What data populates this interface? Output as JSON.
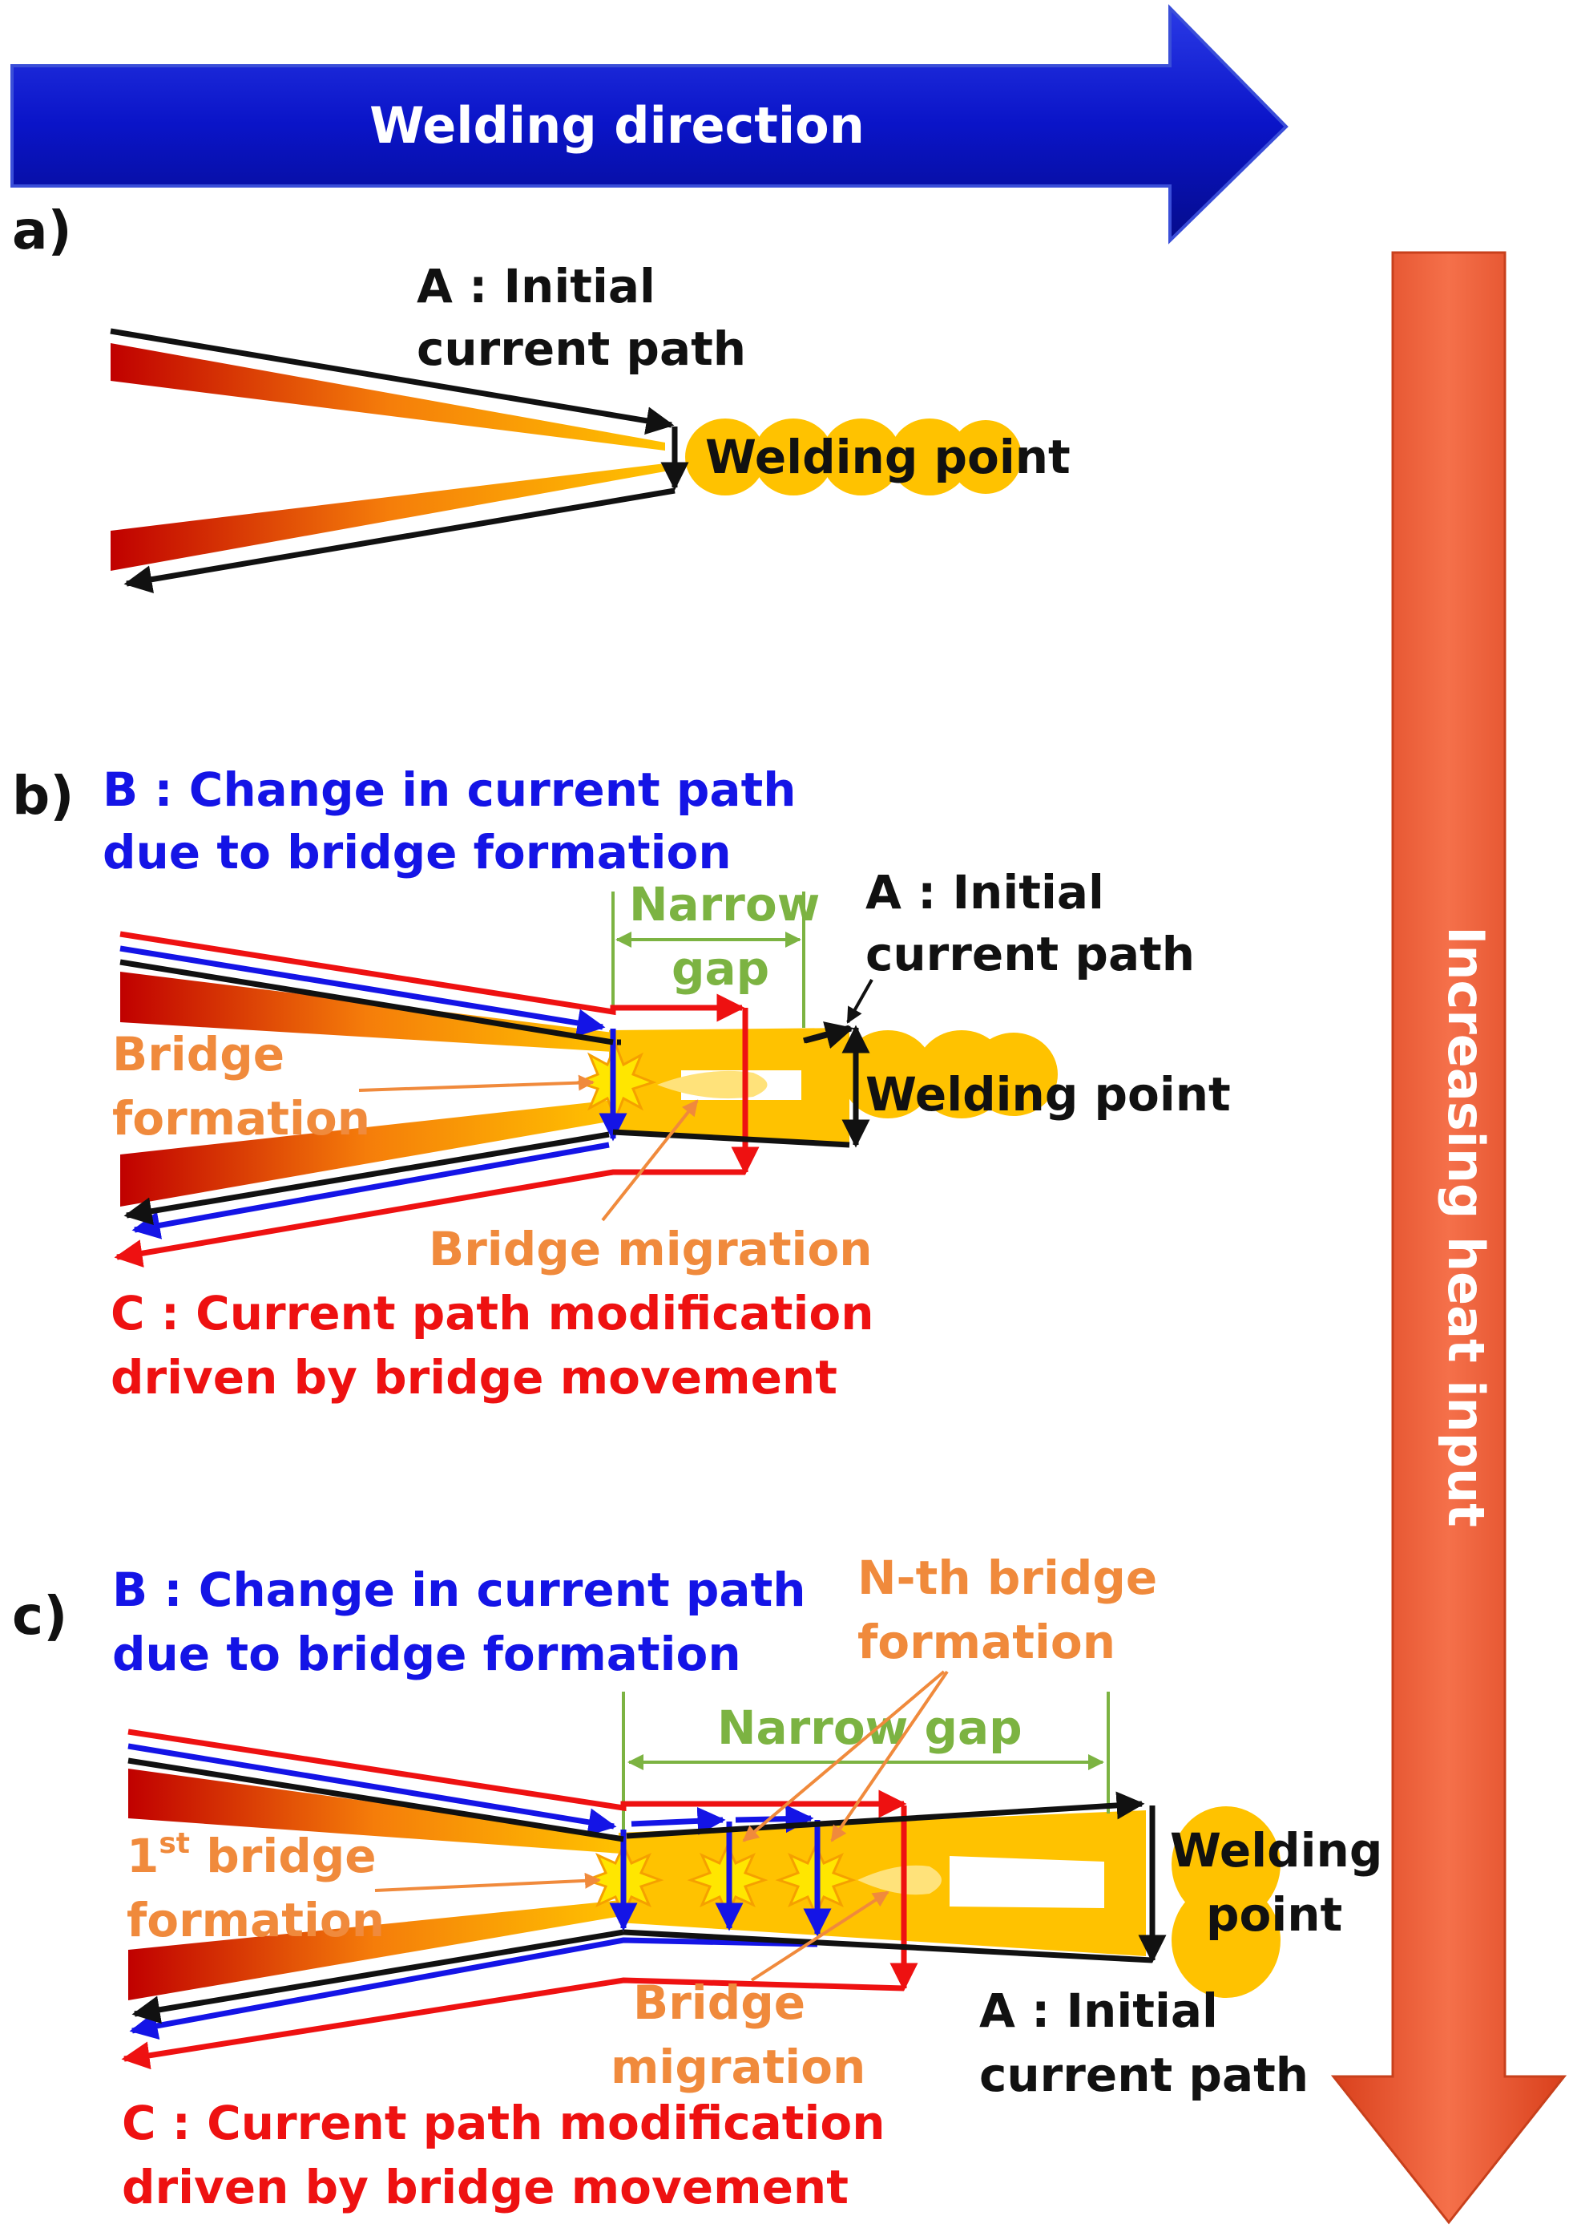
{
  "banner": {
    "text": "Welding direction"
  },
  "side_arrow": {
    "text": "Increasing heat input"
  },
  "panel_a": {
    "tag": "a)",
    "path_a": [
      "A : Initial",
      "current path"
    ],
    "weld": "Welding point"
  },
  "panel_b": {
    "tag": "b)",
    "path_b": [
      "B : Change in current path",
      "due to bridge formation"
    ],
    "path_a": [
      "A : Initial",
      "current path"
    ],
    "gap": [
      "Narrow",
      "gap"
    ],
    "bridge_formation": [
      "Bridge",
      "formation"
    ],
    "weld": "Welding point",
    "migration": "Bridge migration",
    "path_c": [
      "C : Current path modification",
      "driven by bridge movement"
    ]
  },
  "panel_c": {
    "tag": "c)",
    "path_b": [
      "B : Change in current path",
      "due to bridge formation"
    ],
    "nth": [
      "N-th  bridge",
      "formation"
    ],
    "gap": "Narrow gap",
    "first": {
      "num": "1",
      "sup": "st",
      "rest": " bridge",
      "line2": "formation"
    },
    "weld": [
      "Welding",
      "point"
    ],
    "migration": [
      "Bridge",
      "migration"
    ],
    "path_a": [
      "A : Initial",
      "current path"
    ],
    "path_c": [
      "C : Current path modification",
      "driven by bridge movement"
    ]
  },
  "colors": {
    "banner_blue": "#0a14c8",
    "heat_arrow": "#ea5a32",
    "weld_yellow": "#ffc200",
    "path_a": "#111111",
    "path_b": "#1414e6",
    "path_c": "#ee1111",
    "bridge_orange": "#f08a3c",
    "gap_green": "#7cb342"
  }
}
